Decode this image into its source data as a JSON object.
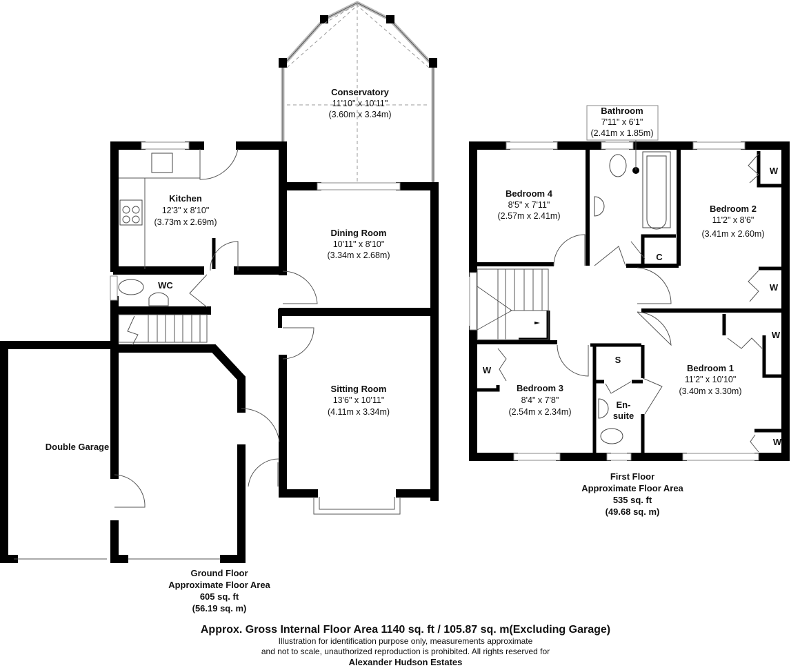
{
  "ground_floor": {
    "rooms": {
      "conservatory": {
        "name": "Conservatory",
        "imperial": "11'10\" x 10'11\"",
        "metric": "(3.60m x 3.34m)"
      },
      "kitchen": {
        "name": "Kitchen",
        "imperial": "12'3\" x 8'10\"",
        "metric": "(3.73m x 2.69m)"
      },
      "dining": {
        "name": "Dining Room",
        "imperial": "10'11\" x 8'10\"",
        "metric": "(3.34m x 2.68m)"
      },
      "sitting": {
        "name": "Sitting Room",
        "imperial": "13'6\" x 10'11\"",
        "metric": "(4.11m x 3.34m)"
      },
      "wc": {
        "name": "WC"
      },
      "garage": {
        "name": "Double Garage"
      }
    },
    "caption": {
      "line1": "Ground Floor",
      "line2": "Approximate Floor Area",
      "line3": "605 sq. ft",
      "line4": "(56.19 sq. m)"
    }
  },
  "first_floor": {
    "rooms": {
      "bathroom": {
        "name": "Bathroom",
        "imperial": "7'11\" x 6'1\"",
        "metric": "(2.41m x 1.85m)"
      },
      "bedroom4": {
        "name": "Bedroom 4",
        "imperial": "8'5\" x 7'11\"",
        "metric": "(2.57m x 2.41m)"
      },
      "bedroom2": {
        "name": "Bedroom 2",
        "imperial": "11'2\" x 8'6\"",
        "metric": "(3.41m x 2.60m)"
      },
      "bedroom3": {
        "name": "Bedroom 3",
        "imperial": "8'4\" x 7'8\"",
        "metric": "(2.54m x 2.34m)"
      },
      "bedroom1": {
        "name": "Bedroom 1",
        "imperial": "11'2\" x 10'10\"",
        "metric": "(3.40m x 3.30m)"
      },
      "ensuite": {
        "line1": "En-",
        "line2": "suite"
      },
      "cupboard": "C",
      "store": "S",
      "wardrobe": "W"
    },
    "caption": {
      "line1": "First Floor",
      "line2": "Approximate Floor Area",
      "line3": "535 sq. ft",
      "line4": "(49.68 sq. m)"
    }
  },
  "footer": {
    "total": "Approx. Gross Internal Floor Area 1140 sq. ft / 105.87 sq. m(Excluding Garage)",
    "disclaimer1": "Illustration for identification purpose only, measurements approximate",
    "disclaimer2": "and not to scale, unauthorized reproduction is prohibited. All rights reserved for",
    "agent": "Alexander Hudson Estates"
  }
}
